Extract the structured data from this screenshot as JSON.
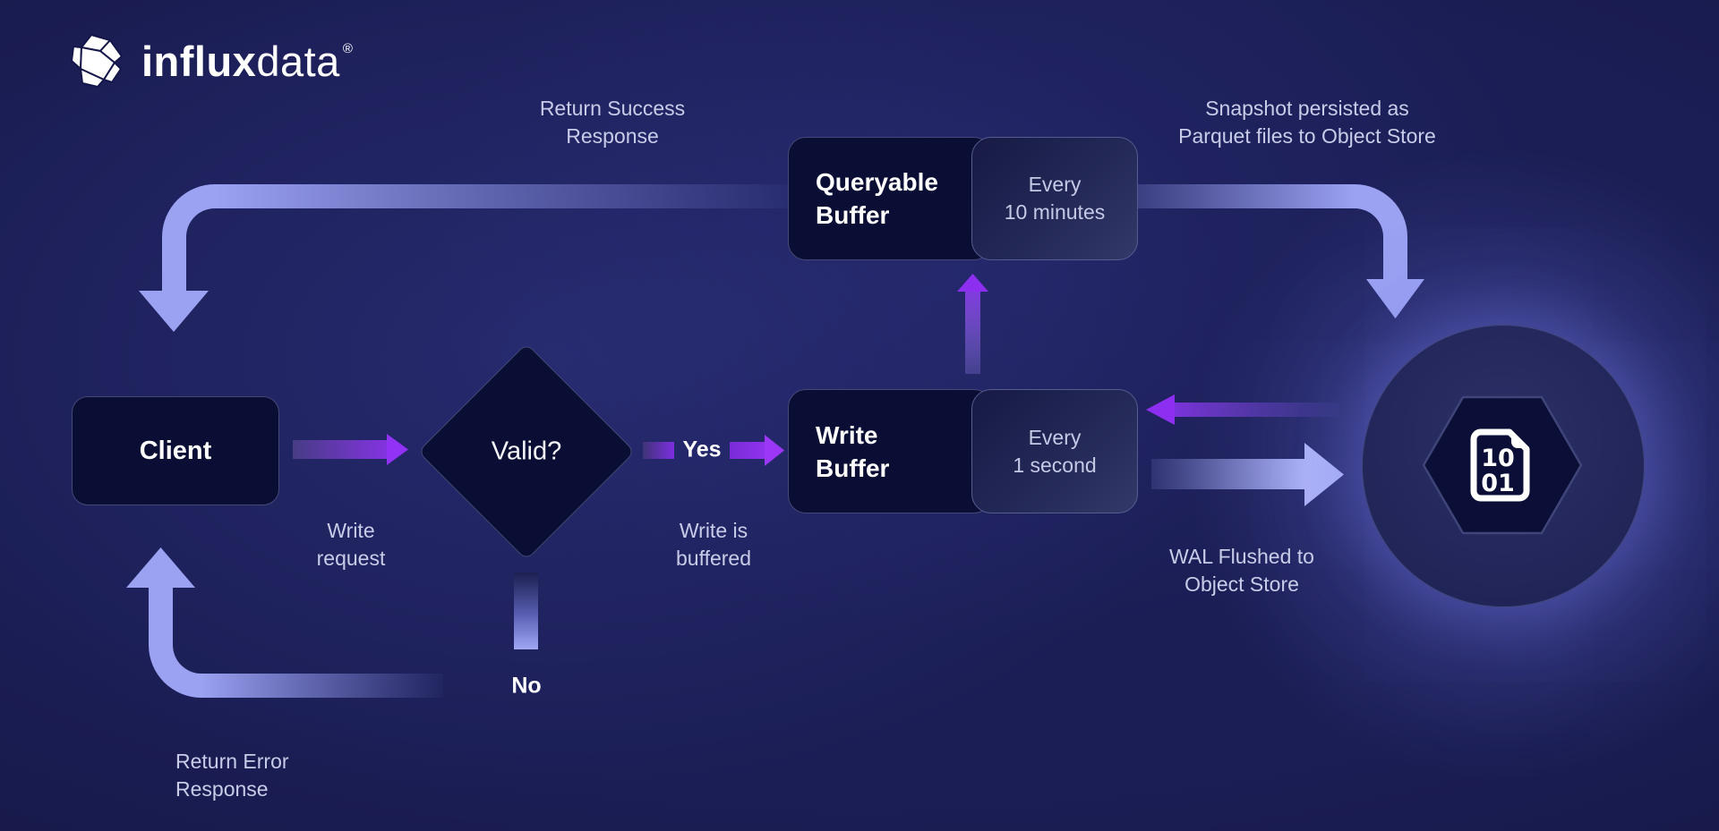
{
  "brand": {
    "name_bold": "influx",
    "name_light": "data",
    "registered_mark": "®"
  },
  "nodes": {
    "client": {
      "title": "Client"
    },
    "valid_decision": {
      "title": "Valid?"
    },
    "queryable_buffer": {
      "title_lines": [
        "Queryable",
        "Buffer"
      ],
      "interval_lines": [
        "Every",
        "10 minutes"
      ]
    },
    "write_buffer": {
      "title_lines": [
        "Write",
        "Buffer"
      ],
      "interval_lines": [
        "Every",
        "1 second"
      ]
    },
    "object_store": {
      "file_icon_lines": [
        "10",
        "01"
      ]
    }
  },
  "edge_labels": {
    "return_success": [
      "Return Success",
      "Response"
    ],
    "snapshot_persist": [
      "Snapshot persisted as",
      "Parquet files to Object Store"
    ],
    "write_request": [
      "Write",
      "request"
    ],
    "yes": "Yes",
    "no": "No",
    "write_buffered": [
      "Write is",
      "buffered"
    ],
    "wal_flush": [
      "WAL Flushed to",
      "Object Store"
    ],
    "return_error": [
      "Return Error",
      "Response"
    ]
  },
  "colors": {
    "background": "#171a4e",
    "node_fill": "#0b0e34",
    "node_border": "#434876",
    "accent_violet": "#9132f5",
    "accent_periwinkle": "#9ba2f2",
    "label_text": "#c9cce8"
  }
}
